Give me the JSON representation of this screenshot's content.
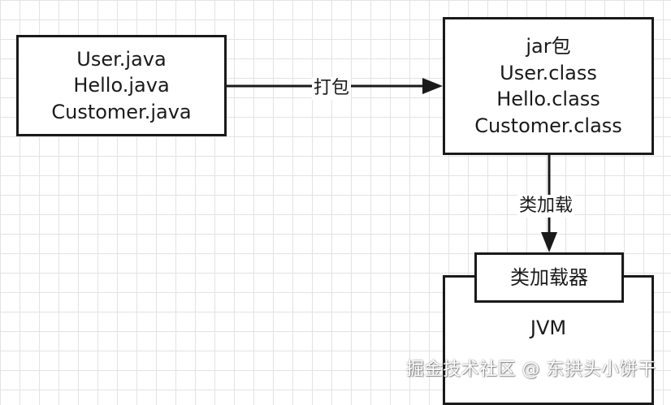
{
  "source_box": {
    "lines": [
      "User.java",
      "Hello.java",
      "Customer.java"
    ]
  },
  "jar_box": {
    "lines": [
      "jar包",
      "User.class",
      "Hello.class",
      "Customer.class"
    ]
  },
  "edges": {
    "pack_label": "打包",
    "load_label": "类加载"
  },
  "classloader_box": {
    "label": "类加载器"
  },
  "jvm_box": {
    "label": "JVM"
  },
  "watermark": "掘金技术社区 @ 东拱头小饼干",
  "colors": {
    "stroke": "#1a1a1a",
    "grid": "#e3e3e3",
    "background": "#ffffff"
  }
}
